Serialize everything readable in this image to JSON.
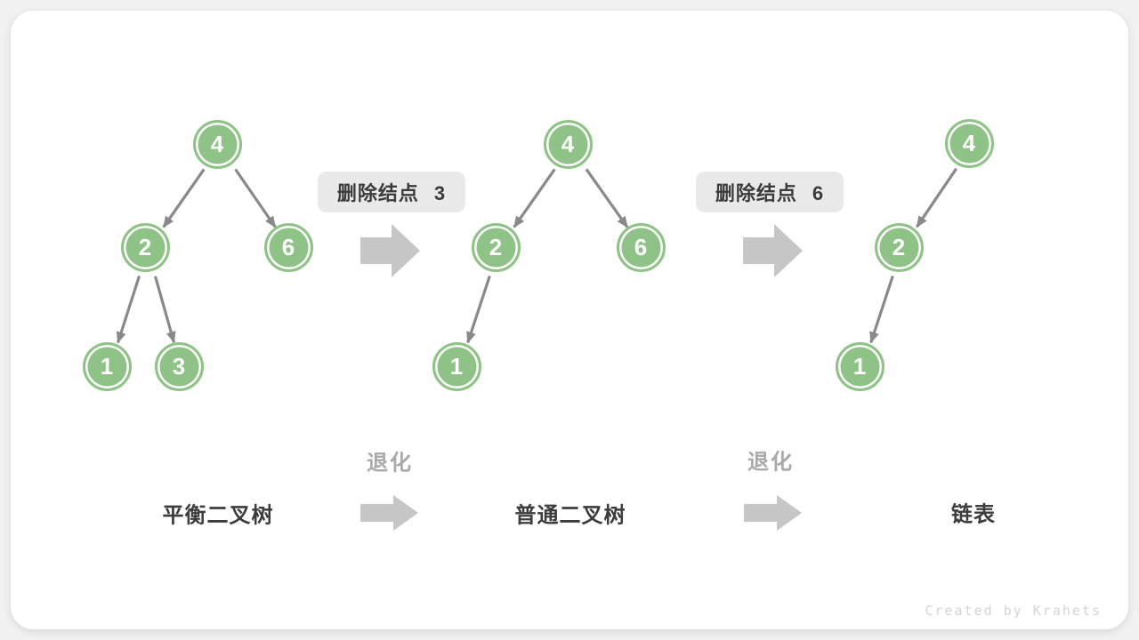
{
  "trees": [
    {
      "label": "平衡二叉树",
      "nodes": [
        {
          "value": "4"
        },
        {
          "value": "2"
        },
        {
          "value": "6"
        },
        {
          "value": "1"
        },
        {
          "value": "3"
        }
      ],
      "edges": [
        "4-2",
        "4-6",
        "2-1",
        "2-3"
      ]
    },
    {
      "label": "普通二叉树",
      "nodes": [
        {
          "value": "4"
        },
        {
          "value": "2"
        },
        {
          "value": "6"
        },
        {
          "value": "1"
        }
      ],
      "edges": [
        "4-2",
        "4-6",
        "2-1"
      ]
    },
    {
      "label": "链表",
      "nodes": [
        {
          "value": "4"
        },
        {
          "value": "2"
        },
        {
          "value": "1"
        }
      ],
      "edges": [
        "4-2",
        "2-1"
      ]
    }
  ],
  "transitions": [
    {
      "badge_label": "删除结点 3"
    },
    {
      "badge_label": "删除结点 6"
    }
  ],
  "degrade_label": "退化",
  "watermark": "Created by Krahets",
  "colors": {
    "node_fill": "#8fc286",
    "node_ring": "#ffffff",
    "node_text": "#ffffff",
    "tree_edge": "#898989",
    "block_arrow": "#c6c6c6",
    "badge_bg": "#e9e9e9",
    "badge_text": "#3b3b3b",
    "label_dark": "#3c3c3c",
    "label_muted": "#a9a9a9",
    "watermark_text": "#d4d4d4",
    "card_bg": "#ffffff",
    "page_bg": "#f1f1f1"
  }
}
